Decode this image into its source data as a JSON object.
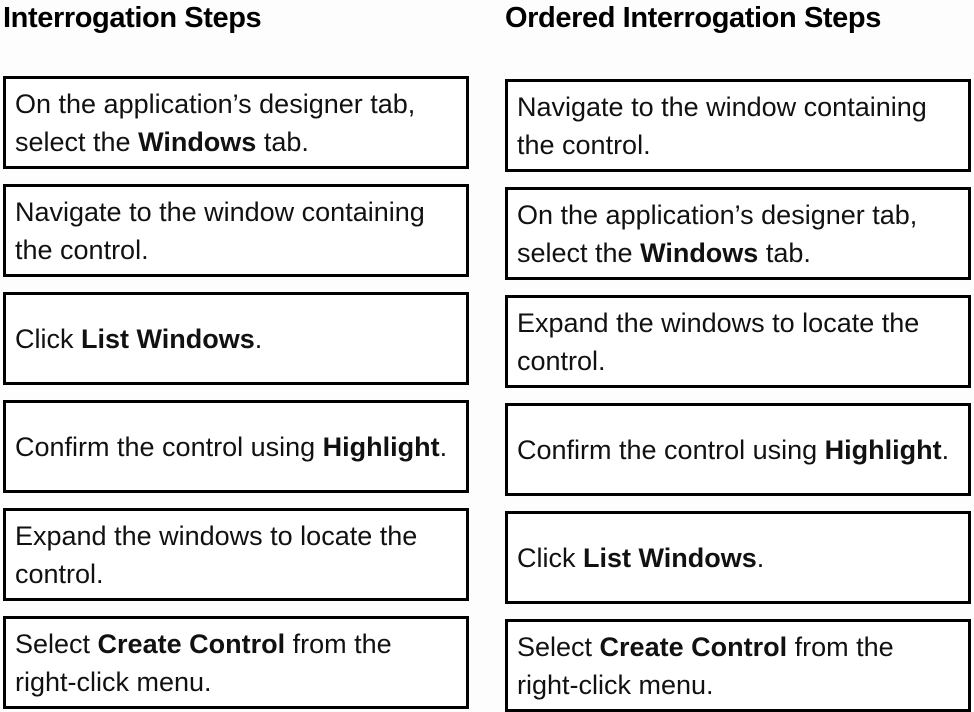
{
  "page": {
    "background": "#fdfdfd",
    "card_background": "#ffffff",
    "border_color": "#000000",
    "text_color": "#111111"
  },
  "columns": [
    {
      "id": "source",
      "title": "Interrogation Steps",
      "items": [
        {
          "parts": [
            {
              "text": "On the application’s designer tab,"
            },
            {
              "break": true
            },
            {
              "text": "select the "
            },
            {
              "text": "Windows",
              "bold": true
            },
            {
              "text": " tab."
            }
          ]
        },
        {
          "parts": [
            {
              "text": "Navigate to the window containing"
            },
            {
              "break": true
            },
            {
              "text": "the control."
            }
          ]
        },
        {
          "parts": [
            {
              "text": "Click "
            },
            {
              "text": "List Windows",
              "bold": true
            },
            {
              "text": "."
            }
          ]
        },
        {
          "parts": [
            {
              "text": "Confirm the control using "
            },
            {
              "text": "Highlight",
              "bold": true
            },
            {
              "text": "."
            }
          ]
        },
        {
          "parts": [
            {
              "text": "Expand the windows to locate the"
            },
            {
              "break": true
            },
            {
              "text": "control."
            }
          ]
        },
        {
          "parts": [
            {
              "text": "Select "
            },
            {
              "text": "Create Control",
              "bold": true
            },
            {
              "text": " from the"
            },
            {
              "break": true
            },
            {
              "text": "right-click menu."
            }
          ]
        }
      ]
    },
    {
      "id": "ordered",
      "title": "Ordered Interrogation Steps",
      "items": [
        {
          "parts": [
            {
              "text": "Navigate to the window containing"
            },
            {
              "break": true
            },
            {
              "text": "the control."
            }
          ]
        },
        {
          "parts": [
            {
              "text": "On the application’s designer tab,"
            },
            {
              "break": true
            },
            {
              "text": "select the "
            },
            {
              "text": "Windows",
              "bold": true
            },
            {
              "text": " tab."
            }
          ]
        },
        {
          "parts": [
            {
              "text": "Expand the windows to locate the"
            },
            {
              "break": true
            },
            {
              "text": "control."
            }
          ]
        },
        {
          "parts": [
            {
              "text": "Confirm the control using "
            },
            {
              "text": "Highlight",
              "bold": true
            },
            {
              "text": "."
            }
          ]
        },
        {
          "parts": [
            {
              "text": "Click "
            },
            {
              "text": "List Windows",
              "bold": true
            },
            {
              "text": "."
            }
          ]
        },
        {
          "parts": [
            {
              "text": "Select "
            },
            {
              "text": "Create Control",
              "bold": true
            },
            {
              "text": " from the"
            },
            {
              "break": true
            },
            {
              "text": "right-click menu."
            }
          ]
        }
      ]
    }
  ]
}
